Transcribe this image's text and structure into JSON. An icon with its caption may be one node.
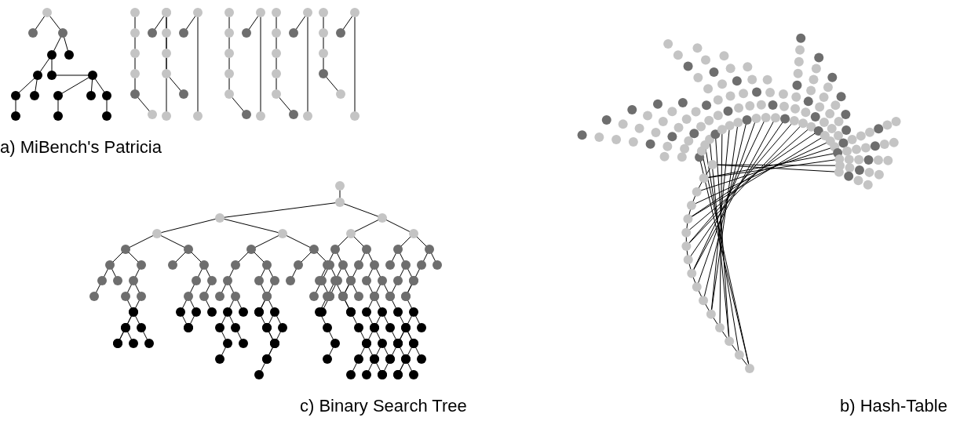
{
  "diagram": {
    "labels": [
      "a) MiBench's Patricia",
      "c) Binary Search Tree",
      "b) Hash-Table"
    ]
  }
}
